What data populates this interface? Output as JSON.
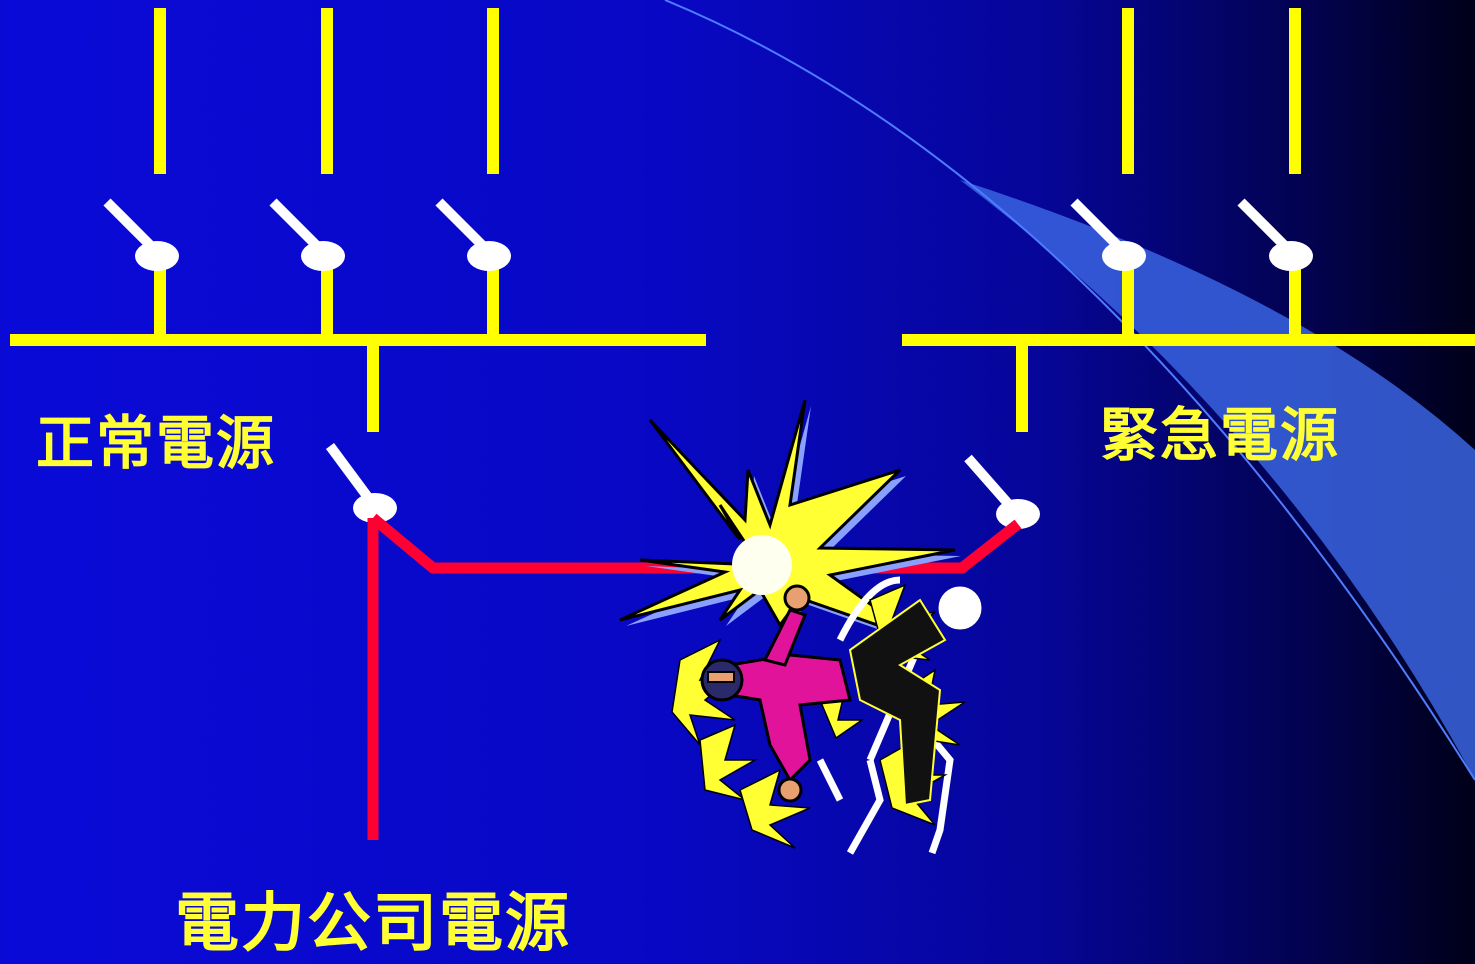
{
  "labels": {
    "normal_power": "正常電源",
    "emergency_power": "緊急電源",
    "utility_power": "電力公司電源"
  },
  "colors": {
    "bus": "#ffff00",
    "hazard_line": "#ff0033",
    "switch": "#ffffff",
    "label": "#ffff33",
    "spark": "#ffff33",
    "victim_shirt": "#e0139a"
  },
  "icons": [
    "spark-burst-icon",
    "electrocuted-person-icon"
  ]
}
